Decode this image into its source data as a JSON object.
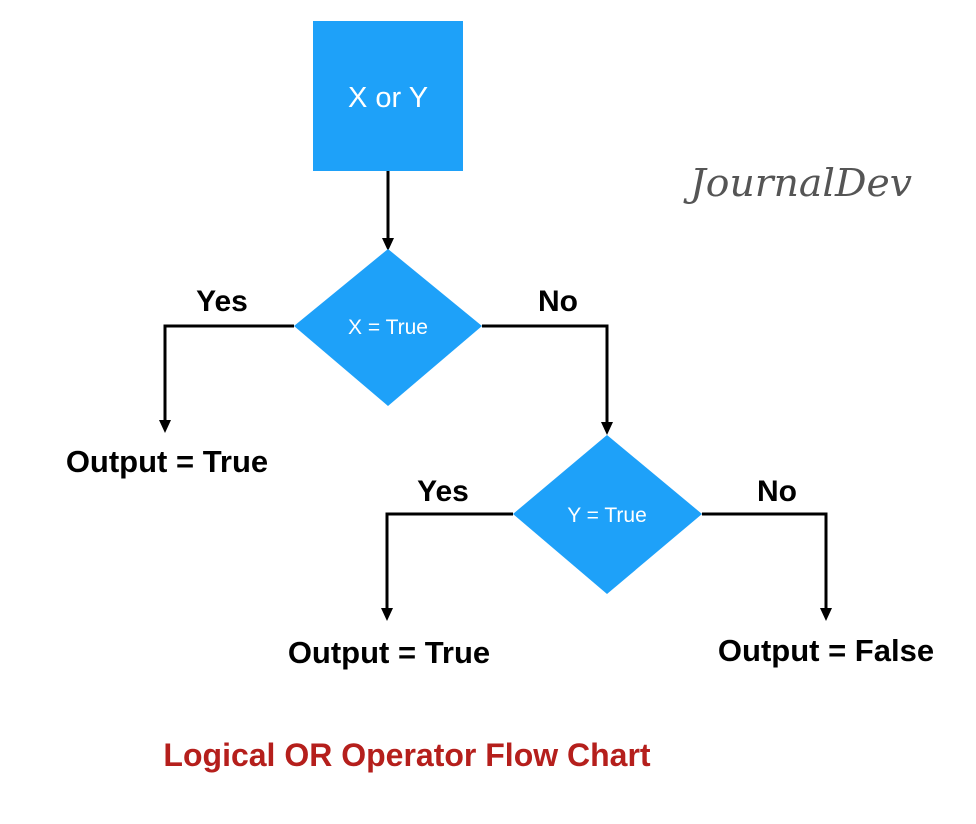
{
  "colors": {
    "node_fill": "#1EA1F9",
    "line": "#000000",
    "caption": "#B51F1C",
    "watermark": "#555555"
  },
  "start_node": {
    "label": "X or Y"
  },
  "decision_x": {
    "label": "X = True",
    "yes_label": "Yes",
    "no_label": "No",
    "yes_output": "Output = True"
  },
  "decision_y": {
    "label": "Y = True",
    "yes_label": "Yes",
    "no_label": "No",
    "yes_output": "Output = True",
    "no_output": "Output = False"
  },
  "watermark": {
    "text": "JournalDev"
  },
  "caption": {
    "text": "Logical OR Operator Flow Chart"
  }
}
